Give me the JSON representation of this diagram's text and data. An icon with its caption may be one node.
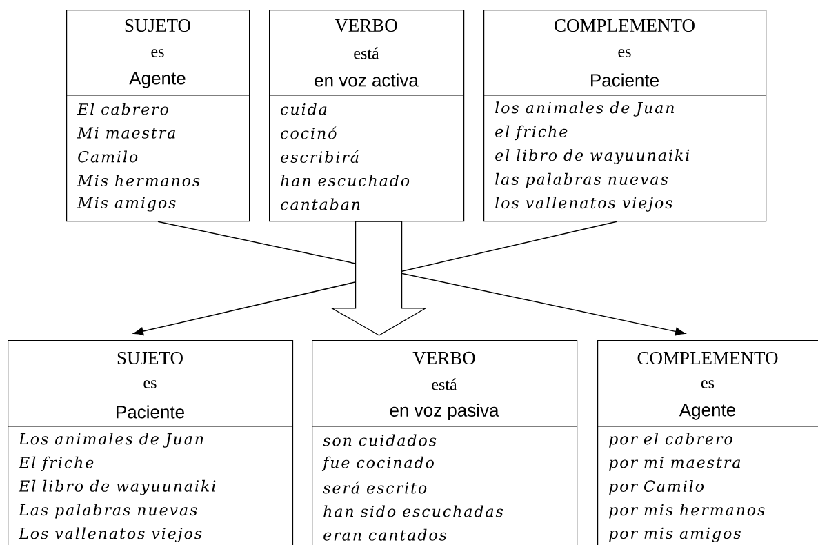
{
  "diagram": {
    "nodes": [
      {
        "text": [
          "SUJETO",
          "es",
          "Agente",
          "El cabrero",
          "Mi maestra",
          "Camilo",
          "Mis hermanos",
          "Mis amigos"
        ]
      },
      {
        "text": [
          "VERBO",
          "está",
          "en voz activa",
          "cuida",
          "cocinó",
          "escribirá",
          "han escuchado",
          "cantaban"
        ]
      },
      {
        "text": [
          "COMPLEMENTO",
          "es",
          "Paciente",
          "los animales de Juan",
          "el friche",
          "el libro de wayuunaiki",
          "las palabras nuevas",
          "los vallenatos viejos"
        ]
      },
      {
        "text": [
          "SUJETO",
          "es",
          "Paciente",
          "Los animales de Juan",
          "El friche",
          "El libro de wayuunaiki",
          "Las palabras nuevas",
          "Los vallenatos viejos"
        ]
      },
      {
        "text": [
          "VERBO",
          "está",
          "en voz pasiva",
          "son cuidados",
          "fue cocinado",
          "será escrito",
          "han sido escuchadas",
          "eran cantados"
        ]
      },
      {
        "text": [
          "COMPLEMENTO",
          "es",
          "Agente",
          "por el cabrero",
          "por mi maestra",
          "por Camilo",
          "por mis hermanos",
          "por mis amigos"
        ]
      }
    ],
    "edges": [
      {
        "from": 0,
        "to": 5,
        "arrow": "to"
      },
      {
        "from": 2,
        "to": 3,
        "arrow": "to"
      },
      {
        "from": 1,
        "to": 4,
        "arrow": "to",
        "style": "thick"
      }
    ]
  }
}
